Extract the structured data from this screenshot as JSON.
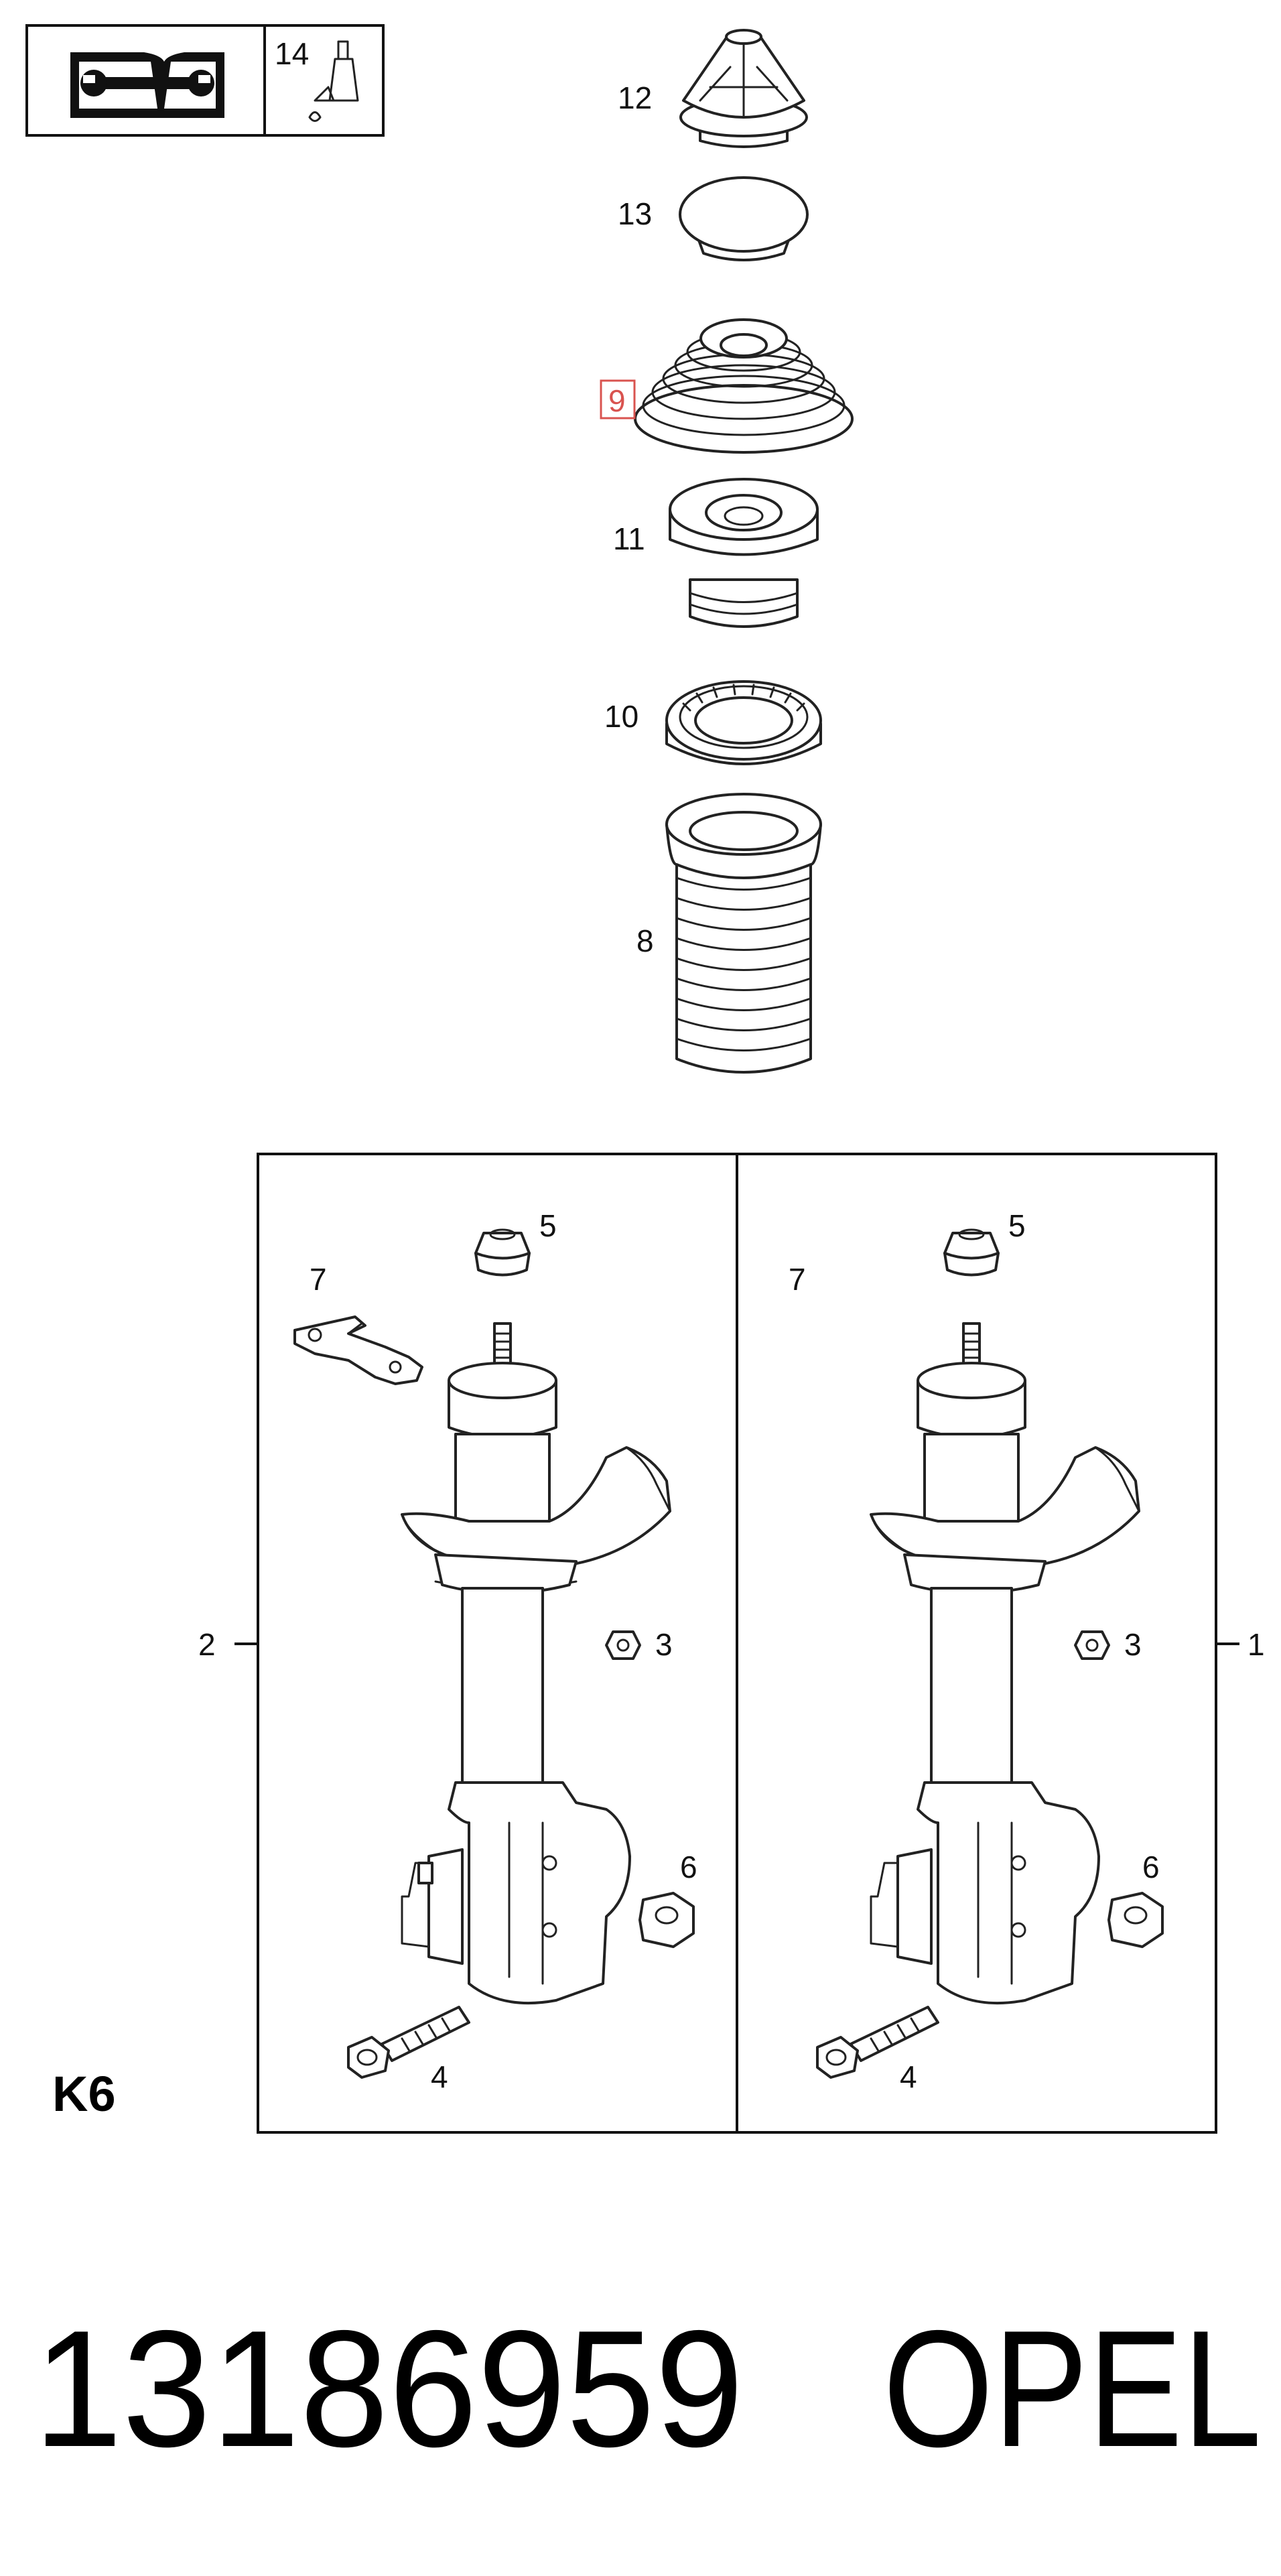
{
  "legend": {
    "item14": "14"
  },
  "parts": {
    "p12": "12",
    "p13": "13",
    "p9": "9",
    "p11": "11",
    "p10": "10",
    "p8": "8"
  },
  "assemblies": {
    "left": {
      "callout": "2",
      "nut": "5",
      "bracket": "7",
      "small_nut": "3",
      "flange_nut": "6",
      "bolt": "4"
    },
    "right": {
      "callout": "1",
      "nut": "5",
      "bracket": "7",
      "small_nut": "3",
      "flange_nut": "6",
      "bolt": "4"
    }
  },
  "section_code": "K6",
  "part_number": "13186959",
  "brand": "OPEL",
  "highlight_color": "#d9534f"
}
